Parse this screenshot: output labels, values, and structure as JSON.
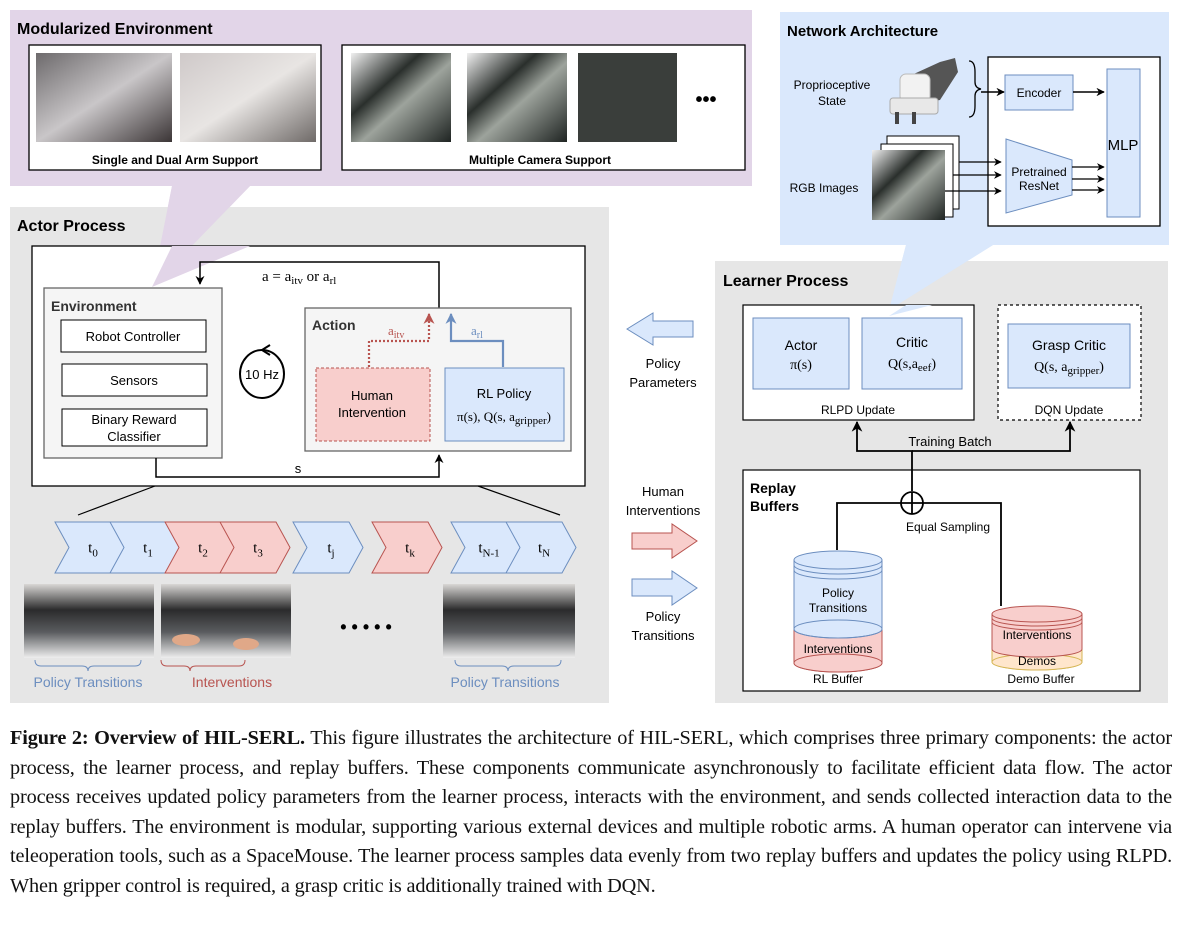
{
  "colors": {
    "purple_bg": "#e2d5e8",
    "blue_bg": "#dae8fc",
    "gray_bg": "#e6e6e6",
    "blue_fill": "#dae8fc",
    "blue_stroke": "#6c8ebf",
    "red_fill": "#f8cecc",
    "red_stroke": "#b85450",
    "orange_fill": "#ffe6cc",
    "orange_stroke": "#d6b656",
    "blue_text": "#6c8ebf",
    "red_text": "#b85450"
  },
  "modularized_env": {
    "title": "Modularized Environment",
    "arm_panel_label": "Single and Dual Arm Support",
    "camera_panel_label": "Multiple Camera Support",
    "ellipsis": "•••"
  },
  "network_arch": {
    "title": "Network Architecture",
    "proprio_label_1": "Proprioceptive",
    "proprio_label_2": "State",
    "rgb_label": "RGB Images",
    "encoder": "Encoder",
    "resnet_1": "Pretrained",
    "resnet_2": "ResNet",
    "mlp": "MLP"
  },
  "actor": {
    "title": "Actor Process",
    "action_eq": "a = a",
    "action_eq_sub1": "itv",
    "action_eq_or": " or a",
    "action_eq_sub2": "rl",
    "environment_title": "Environment",
    "env_items": [
      "Robot Controller",
      "Sensors",
      "Binary Reward",
      "Classifier"
    ],
    "frequency": "10 Hz",
    "state_label": "s",
    "action_title": "Action",
    "a_itv": "a",
    "a_itv_sub": "itv",
    "a_rl": "a",
    "a_rl_sub": "rl",
    "human_1": "Human",
    "human_2": "Intervention",
    "rl_policy": "RL Policy",
    "rl_policy_eq": "π(s), Q(s, a",
    "rl_policy_sub": "gripper",
    "rl_policy_close": ")"
  },
  "timeline": {
    "steps": [
      {
        "base": "t",
        "sub": "0",
        "kind": "policy"
      },
      {
        "base": "t",
        "sub": "1",
        "kind": "policy"
      },
      {
        "base": "t",
        "sub": "2",
        "kind": "intervention"
      },
      {
        "base": "t",
        "sub": "3",
        "kind": "intervention"
      },
      {
        "base": "t",
        "sub": "j",
        "kind": "policy"
      },
      {
        "base": "t",
        "sub": "k",
        "kind": "intervention"
      },
      {
        "base": "t",
        "sub": "N-1",
        "kind": "policy"
      },
      {
        "base": "t",
        "sub": "N",
        "kind": "policy"
      }
    ],
    "ellipsis": "• • • • •",
    "label_policy_1": "Policy Transitions",
    "label_interventions": "Interventions",
    "label_policy_2": "Policy Transitions"
  },
  "middle": {
    "policy_params_1": "Policy",
    "policy_params_2": "Parameters",
    "human_int_1": "Human",
    "human_int_2": "Interventions",
    "policy_trans_1": "Policy",
    "policy_trans_2": "Transitions"
  },
  "learner": {
    "title": "Learner Process",
    "actor_title": "Actor",
    "actor_eq": "π(s)",
    "critic_title": "Critic",
    "critic_eq": "Q(s,a",
    "critic_sub": "eef",
    "critic_close": ")",
    "rlpd_label": "RLPD Update",
    "grasp_title": "Grasp Critic",
    "grasp_eq": "Q(s, a",
    "grasp_sub": "gripper",
    "grasp_close": ")",
    "dqn_label": "DQN Update",
    "training_batch": "Training Batch"
  },
  "replay": {
    "title_1": "Replay",
    "title_2": "Buffers",
    "equal_sampling": "Equal Sampling",
    "rl_policy_1": "Policy",
    "rl_policy_2": "Transitions",
    "rl_interventions": "Interventions",
    "rl_buffer_label": "RL Buffer",
    "demo_interventions": "Interventions",
    "demo_demos": "Demos",
    "demo_buffer_label": "Demo Buffer"
  },
  "caption": {
    "label": "Figure 2: Overview of HIL-SERL.",
    "text": " This figure illustrates the architecture of HIL-SERL, which comprises three primary components: the actor process, the learner process, and replay buffers. These components communicate asynchronously to facilitate efficient data flow. The actor process receives updated policy parameters from the learner process, interacts with the environment, and sends collected interaction data to the replay buffers. The environment is modular, supporting various external devices and multiple robotic arms.  A human operator can intervene via teleoperation tools, such as a SpaceMouse.  The learner process samples data evenly from two replay buffers and updates the policy using RLPD. When gripper control is required, a grasp critic is additionally trained with DQN."
  }
}
